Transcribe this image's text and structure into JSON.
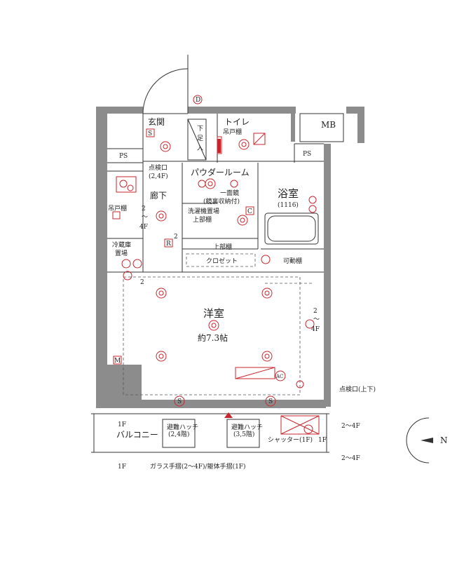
{
  "rooms": {
    "genkan": "玄関",
    "toilet": "トイレ",
    "toilet_shelf": "吊戸棚",
    "mb": "MB",
    "ps_left": "PS",
    "ps_right": "PS",
    "shoes_top": "下",
    "shoes_mid": "足",
    "shoes_bottom": "入",
    "inspection_left": "点検口",
    "inspection_left_floors": "(2,4F)",
    "powder_room": "パウダールーム",
    "mirror_line1": "一面鏡",
    "mirror_line2": "(鏡裏収納付)",
    "bathroom": "浴室",
    "bathroom_size": "(1116)",
    "hallway": "廊下",
    "hall_floor_top": "2",
    "hall_floor_mid": "〜",
    "hall_floor_bottom": "4F",
    "kitchen_shelf": "吊戸棚",
    "washer_line1": "洗濯機置場",
    "washer_line2": "上部棚",
    "fridge_line1": "冷蔵庫",
    "fridge_line2": "置場",
    "upper_shelf": "上部棚",
    "closet": "クロゼット",
    "movable_shelf": "可動棚",
    "western_room": "洋室",
    "western_size": "約7.3帖",
    "right_floor_top": "2",
    "right_floor_mid": "〜",
    "right_floor_bottom": "4F",
    "inspection_right": "点検口(上下)",
    "balcony": "バルコニー",
    "hatch_left_1": "避難ハッチ",
    "hatch_left_2": "(2,4階)",
    "hatch_right_1": "避難ハッチ",
    "hatch_right_2": "(3,5階)",
    "shutter": "シャッター(1F)",
    "shutter_1f": "1F",
    "floor_1f_top": "1F",
    "floor_1f_bottom": "1F",
    "floor_24_top": "2〜4F",
    "floor_24_bottom": "2〜4F",
    "railing": "ガラス手摺(2〜4F)/躯体手摺(1F)"
  },
  "symbols": {
    "outlet_letter_s": "S",
    "outlet_letter_d": "D",
    "outlet_letter_r": "R",
    "outlet_letter_c": "C",
    "outlet_letter_m": "M",
    "outlet_letter_ac": "AC",
    "num_two": "2"
  },
  "compass": {
    "north_label": "N"
  },
  "colors": {
    "equipment": "#c8252c",
    "wall": "#8c8c8c",
    "line": "#333333"
  }
}
